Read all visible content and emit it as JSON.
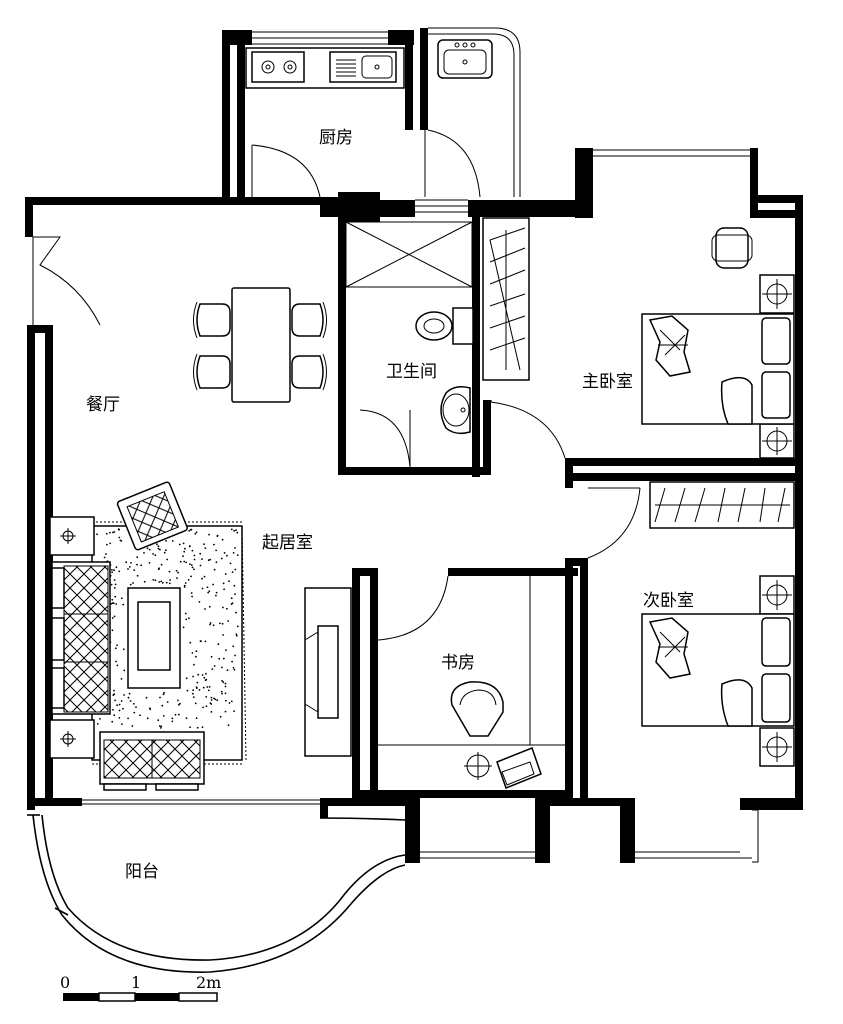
{
  "rooms": {
    "kitchen": "厨房",
    "bathroom": "卫生间",
    "master_bedroom": "主卧室",
    "dining": "餐厅",
    "living": "起居室",
    "study": "书房",
    "second_bedroom": "次卧室",
    "balcony": "阳台"
  },
  "scale_bar": {
    "tick_0": "0",
    "tick_1": "1",
    "tick_2": "2m"
  },
  "colors": {
    "line": "#000000",
    "background": "#ffffff"
  }
}
